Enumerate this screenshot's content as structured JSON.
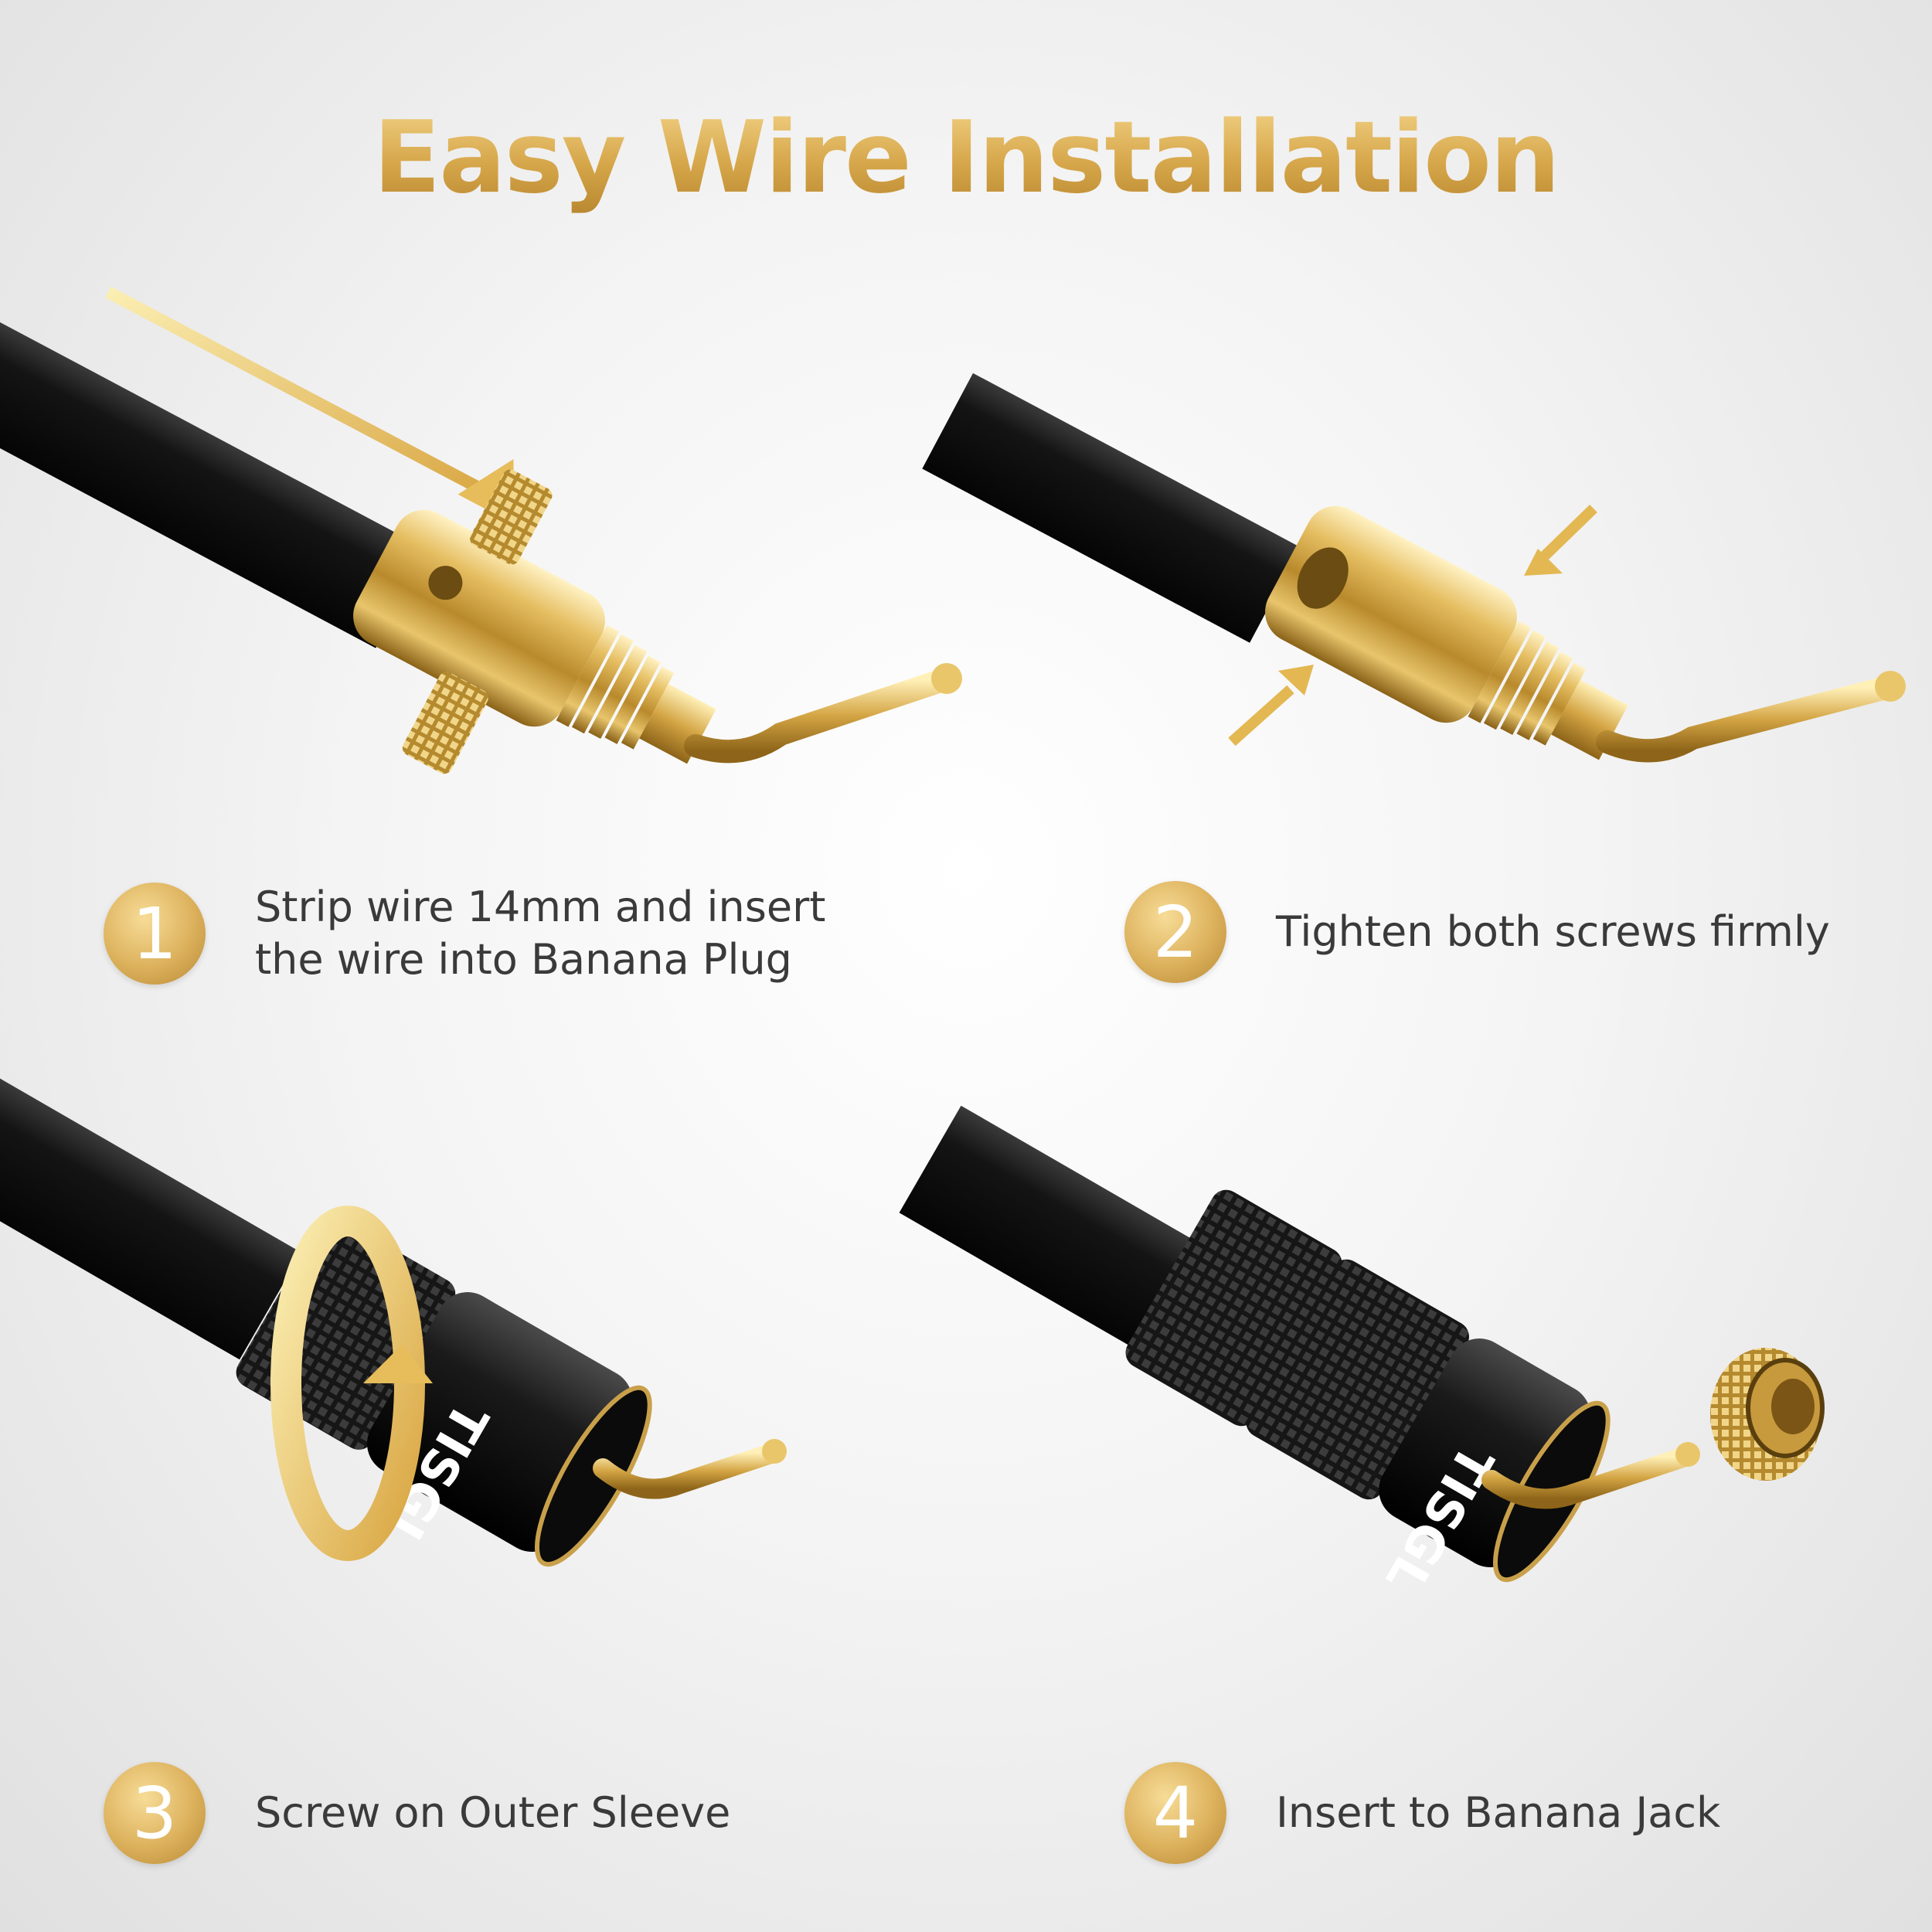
{
  "title": "Easy Wire Installation",
  "brand_mark": "TISGL",
  "colors": {
    "gold": "#d9ac4a",
    "gold_light": "#f3d488",
    "gold_dark": "#b8872f",
    "cable": "#111111",
    "text": "#3a3a3a"
  },
  "steps": [
    {
      "number": "1",
      "lines": [
        "Strip wire 14mm and insert",
        "the wire into Banana Plug"
      ]
    },
    {
      "number": "2",
      "lines": [
        "Tighten both screws firmly"
      ]
    },
    {
      "number": "3",
      "lines": [
        "Screw on Outer Sleeve"
      ]
    },
    {
      "number": "4",
      "lines": [
        "Insert to Banana Jack"
      ]
    }
  ]
}
